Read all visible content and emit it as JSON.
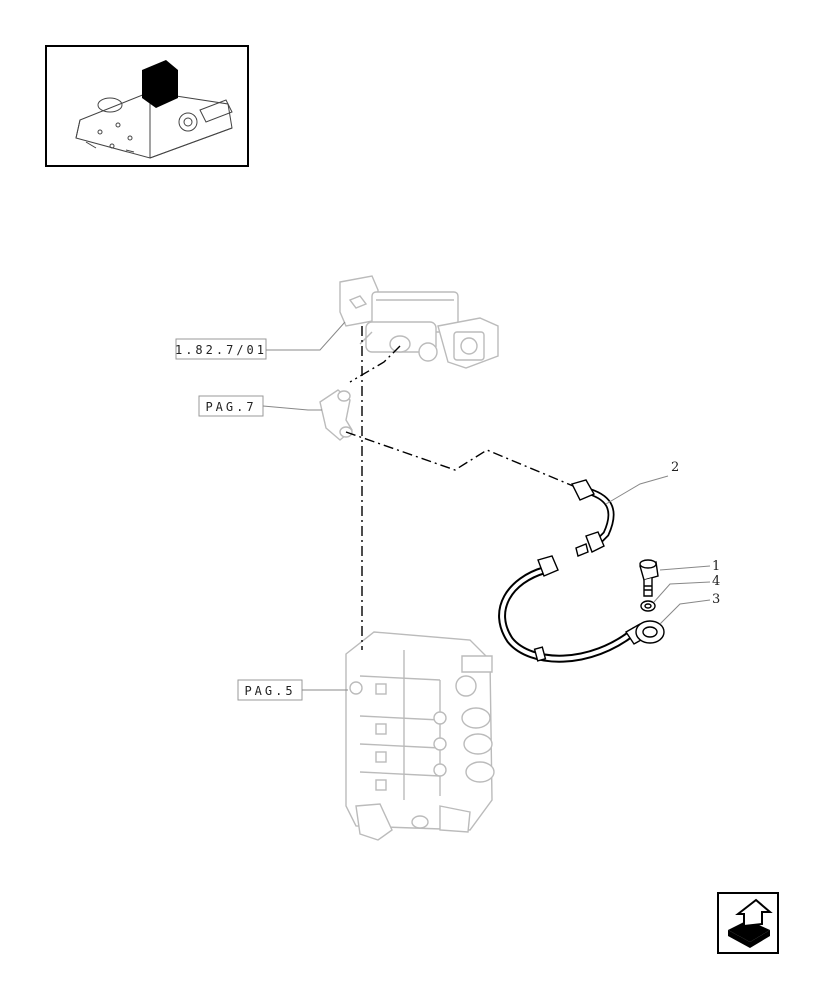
{
  "diagram": {
    "references": {
      "group_ref": "1.82.7/01",
      "page_ref_top": "PAG.7",
      "page_ref_bottom": "PAG.5"
    },
    "callouts": [
      "2",
      "1",
      "4",
      "3"
    ],
    "icons": {
      "thumbnail": "machine-overview-icon",
      "nav": "return-arrow-icon"
    }
  }
}
